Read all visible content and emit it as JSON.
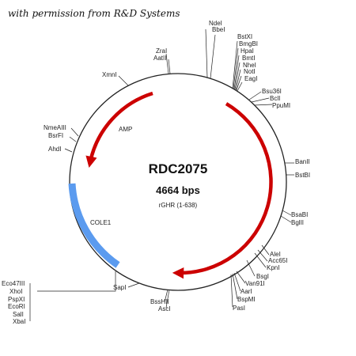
{
  "credit": "with permission from R&D Systems",
  "plasmid": {
    "name": "RDC2075",
    "size": "4664 bps",
    "insert": "rGHR (1-638)"
  },
  "features": {
    "amp": "AMP",
    "cole1": "COLE1"
  },
  "colors": {
    "arrow": "#cc0000",
    "ori": "#5b9bef",
    "line": "#222222"
  },
  "sites": {
    "ndei": "NdeI",
    "bbei": "BbeI",
    "bstxi": "BstXI",
    "bmgbi": "BmgBI",
    "hpai": "HpaI",
    "bmti": "BmtI",
    "nhei": "NheI",
    "noti": "NotI",
    "eagi": "EagI",
    "bsu36i": "Bsu36I",
    "bcli": "BclI",
    "ppumi": "PpuMI",
    "banii": "BanII",
    "bstbi": "BstBI",
    "bsabi": "BsaBI",
    "bglii": "BglII",
    "alei": "AleI",
    "acc65i": "Acc65I",
    "kpni": "KpnI",
    "bsgi": "BsgI",
    "van91i": "Van91I",
    "aari": "AarI",
    "bspmi": "BspMI",
    "pasi": "PasI",
    "bsshii": "BssHII",
    "asci": "AscI",
    "sapi": "SapI",
    "eco47iii": "Eco47III",
    "xhoi": "XhoI",
    "pspxi": "PspXI",
    "ecori": "EcoRI",
    "sali": "SalI",
    "xbai": "XbaI",
    "ahdi": "AhdI",
    "bsrfi": "BsrFI",
    "nmeaiii": "NmeAIII",
    "xmni": "XmnI",
    "zrai": "ZraI",
    "aatii": "AatII"
  }
}
